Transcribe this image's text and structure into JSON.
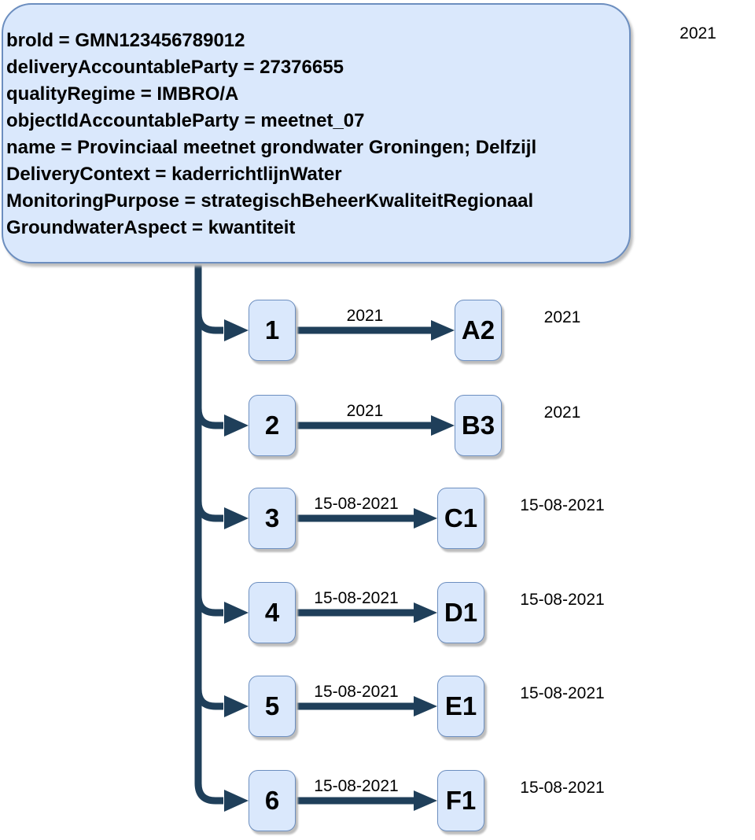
{
  "diagram": {
    "root_box": {
      "lines": [
        "brold = GMN123456789012",
        "deliveryAccountableParty = 27376655",
        "qualityRegime = IMBRO/A",
        "objectIdAccountableParty = meetnet_07",
        "name = Provinciaal meetnet grondwater Groningen; Delfzijl",
        "DeliveryContext = kaderrichtlijnWater",
        "MonitoringPurpose = strategischBeheerKwaliteitRegionaal",
        "GroundwaterAspect = kwantiteit"
      ]
    },
    "top_right_label": "2021",
    "rows": [
      {
        "num": "1",
        "edge_label": "2021",
        "target": "A2",
        "right_label": "2021"
      },
      {
        "num": "2",
        "edge_label": "2021",
        "target": "B3",
        "right_label": "2021"
      },
      {
        "num": "3",
        "edge_label": "15-08-2021",
        "target": "C1",
        "right_label": "15-08-2021"
      },
      {
        "num": "4",
        "edge_label": "15-08-2021",
        "target": "D1",
        "right_label": "15-08-2021"
      },
      {
        "num": "5",
        "edge_label": "15-08-2021",
        "target": "E1",
        "right_label": "15-08-2021"
      },
      {
        "num": "6",
        "edge_label": "15-08-2021",
        "target": "F1",
        "right_label": "15-08-2021"
      }
    ],
    "colors": {
      "node_fill": "#dae8fc",
      "node_border": "#6c8ebf",
      "connector": "#1f3f5a",
      "text": "#000000"
    }
  }
}
